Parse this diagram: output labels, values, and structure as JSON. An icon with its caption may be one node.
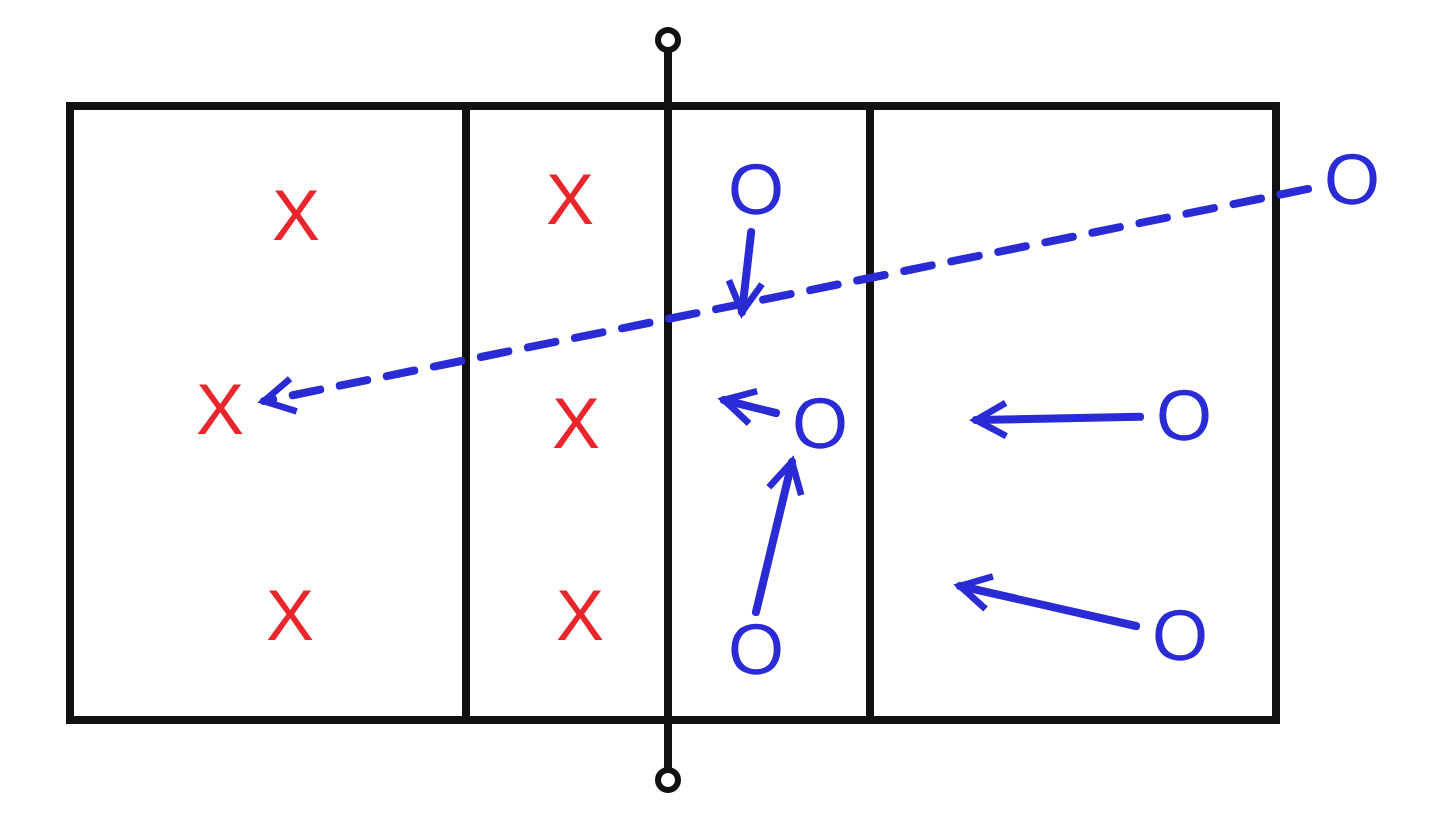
{
  "diagram": {
    "nodes": [
      {
        "text": [
          "X"
        ]
      },
      {
        "text": [
          "X"
        ]
      },
      {
        "text": [
          "O"
        ]
      },
      {
        "text": [
          "O"
        ]
      },
      {
        "text": [
          "X"
        ]
      },
      {
        "text": [
          "X"
        ]
      },
      {
        "text": [
          "O"
        ]
      },
      {
        "text": [
          "O"
        ]
      },
      {
        "text": [
          "X"
        ]
      },
      {
        "text": [
          "X"
        ]
      },
      {
        "text": [
          "O"
        ]
      },
      {
        "text": [
          "O"
        ]
      }
    ],
    "edges": [
      {
        "from": 3,
        "to": 4,
        "arrow": "to",
        "style": "dashed"
      },
      {
        "from": 2,
        "to": null,
        "arrow": "to"
      },
      {
        "from": 6,
        "to": null,
        "arrow": "to"
      },
      {
        "from": 10,
        "to": 6,
        "arrow": "to"
      },
      {
        "from": 7,
        "to": null,
        "arrow": "to"
      },
      {
        "from": 11,
        "to": null,
        "arrow": "to"
      }
    ]
  }
}
